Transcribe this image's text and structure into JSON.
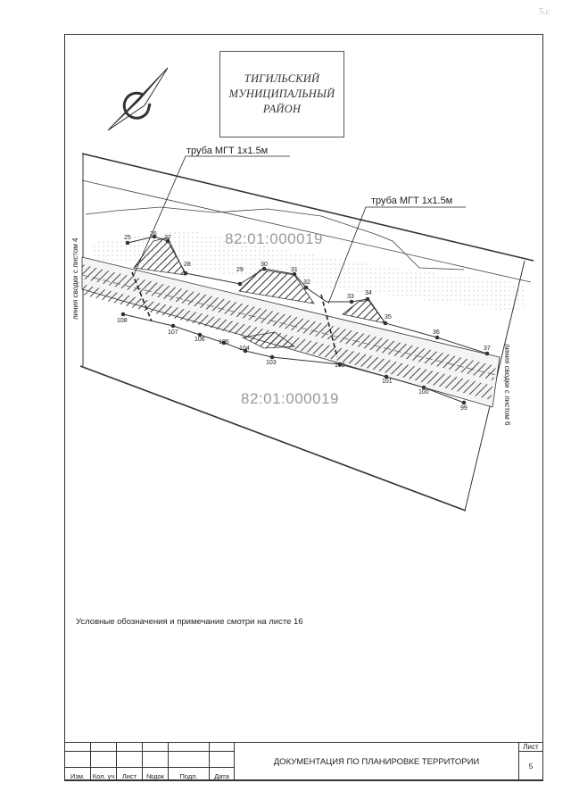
{
  "corner_mark": "5.с",
  "title": "ТИГИЛЬСКИЙ\nМУНИЦИПАЛЬНЫЙ\nРАЙОН",
  "pipe_labels": [
    "труба МГТ 1х1.5м",
    "труба МГТ 1х1.5м"
  ],
  "cadastral": [
    "82:01:000019",
    "82:01:000019"
  ],
  "match_lines": [
    "линия сводки с листом 4",
    "линия сводки с листом 6"
  ],
  "point_labels": [
    "25",
    "26",
    "27",
    "28",
    "29",
    "30",
    "31",
    "32",
    "33",
    "34",
    "35",
    "36",
    "37",
    "108",
    "107",
    "106",
    "105",
    "104",
    "103",
    "102",
    "101",
    "100",
    "99"
  ],
  "note": "Условные обозначения и примечание смотри на листе 16",
  "stamp": {
    "headers": [
      "Изм.",
      "Кол. уч",
      "Лист",
      "№док",
      "Подп.",
      "Дата"
    ],
    "document_title": "ДОКУМЕНТАЦИЯ ПО ПЛАНИРОВКЕ ТЕРРИТОРИИ",
    "sheet_label": "Лист",
    "sheet_number": "5"
  }
}
